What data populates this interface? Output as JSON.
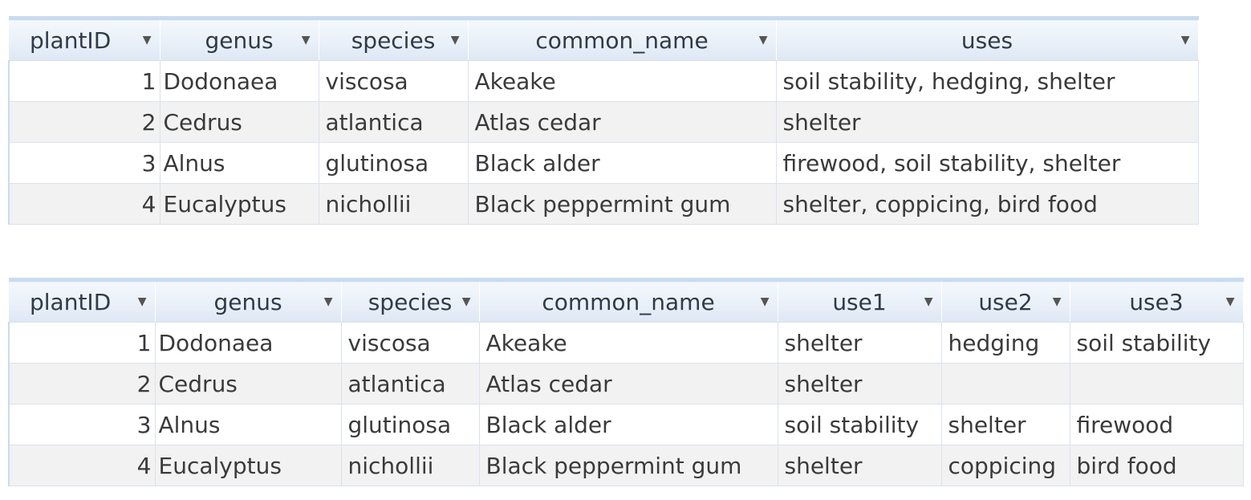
{
  "table1": {
    "headers": [
      "plantID",
      "genus",
      "species",
      "common_name",
      "uses"
    ],
    "rows": [
      [
        "1",
        "Dodonaea",
        "viscosa",
        "Akeake",
        "soil stability, hedging, shelter"
      ],
      [
        "2",
        "Cedrus",
        "atlantica",
        "Atlas cedar",
        "shelter"
      ],
      [
        "3",
        "Alnus",
        "glutinosa",
        "Black alder",
        "firewood, soil stability, shelter"
      ],
      [
        "4",
        "Eucalyptus",
        "nichollii",
        "Black peppermint gum",
        "shelter, coppicing, bird food"
      ]
    ]
  },
  "table2": {
    "headers": [
      "plantID",
      "genus",
      "species",
      "common_name",
      "use1",
      "use2",
      "use3"
    ],
    "rows": [
      [
        "1",
        "Dodonaea",
        "viscosa",
        "Akeake",
        "shelter",
        "hedging",
        "soil stability"
      ],
      [
        "2",
        "Cedrus",
        "atlantica",
        "Atlas cedar",
        "shelter",
        "",
        ""
      ],
      [
        "3",
        "Alnus",
        "glutinosa",
        "Black alder",
        "soil stability",
        "shelter",
        "firewood"
      ],
      [
        "4",
        "Eucalyptus",
        "nichollii",
        "Black peppermint gum",
        "shelter",
        "coppicing",
        "bird food"
      ]
    ]
  },
  "icons": {
    "sort_filter": "dropdown-arrow-icon"
  },
  "colors": {
    "header_bg": "#e8eff8",
    "header_top_border": "#c9dcef",
    "alt_row": "#f2f2f2",
    "grid_line": "#d9e2ec"
  }
}
